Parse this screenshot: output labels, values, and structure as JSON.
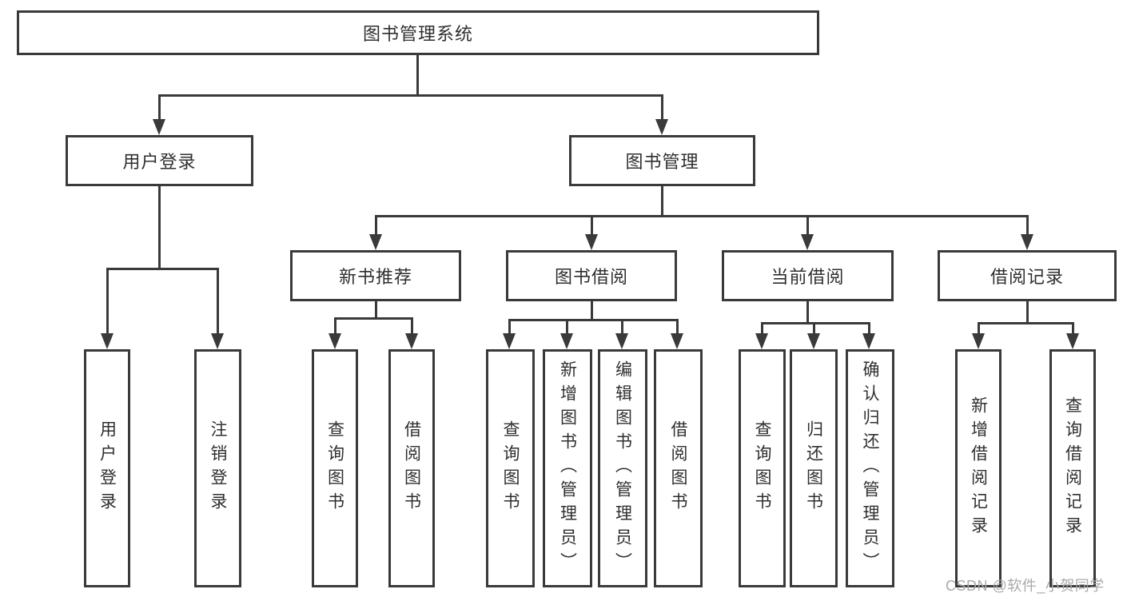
{
  "tree": {
    "root": {
      "label": "图书管理系统"
    },
    "branches": [
      {
        "label": "用户登录",
        "children": [
          {
            "label": "用户登录"
          },
          {
            "label": "注销登录"
          }
        ]
      },
      {
        "label": "图书管理",
        "children": [
          {
            "label": "新书推荐",
            "children": [
              {
                "label": "查询图书"
              },
              {
                "label": "借阅图书"
              }
            ]
          },
          {
            "label": "图书借阅",
            "children": [
              {
                "label": "查询图书"
              },
              {
                "label": "新增图书（管理员）"
              },
              {
                "label": "编辑图书（管理员）"
              },
              {
                "label": "借阅图书"
              }
            ]
          },
          {
            "label": "当前借阅",
            "children": [
              {
                "label": "查询图书"
              },
              {
                "label": "归还图书"
              },
              {
                "label": "确认归还（管理员）"
              }
            ]
          },
          {
            "label": "借阅记录",
            "children": [
              {
                "label": "新增借阅记录"
              },
              {
                "label": "查询借阅记录"
              }
            ]
          }
        ]
      }
    ]
  },
  "watermark": "CSDN @软件_小贺同学",
  "colors": {
    "line": "#3a3a3a",
    "text": "#2f2f2f",
    "watermark": "#a9a9a9",
    "background": "#ffffff"
  }
}
